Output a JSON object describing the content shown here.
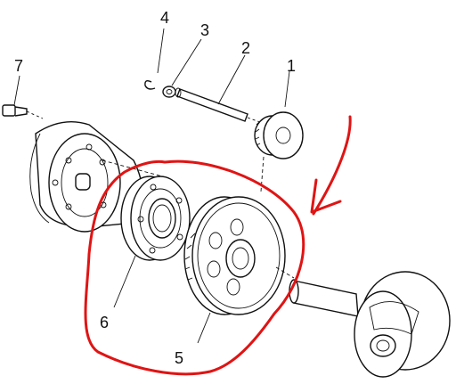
{
  "diagram": {
    "callouts": [
      {
        "id": "1",
        "label": "1"
      },
      {
        "id": "2",
        "label": "2"
      },
      {
        "id": "3",
        "label": "3"
      },
      {
        "id": "4",
        "label": "4"
      },
      {
        "id": "5",
        "label": "5"
      },
      {
        "id": "6",
        "label": "6"
      },
      {
        "id": "7",
        "label": "7"
      }
    ],
    "colors": {
      "linework": "#111111",
      "highlight": "#e01414",
      "background": "#ffffff"
    }
  }
}
